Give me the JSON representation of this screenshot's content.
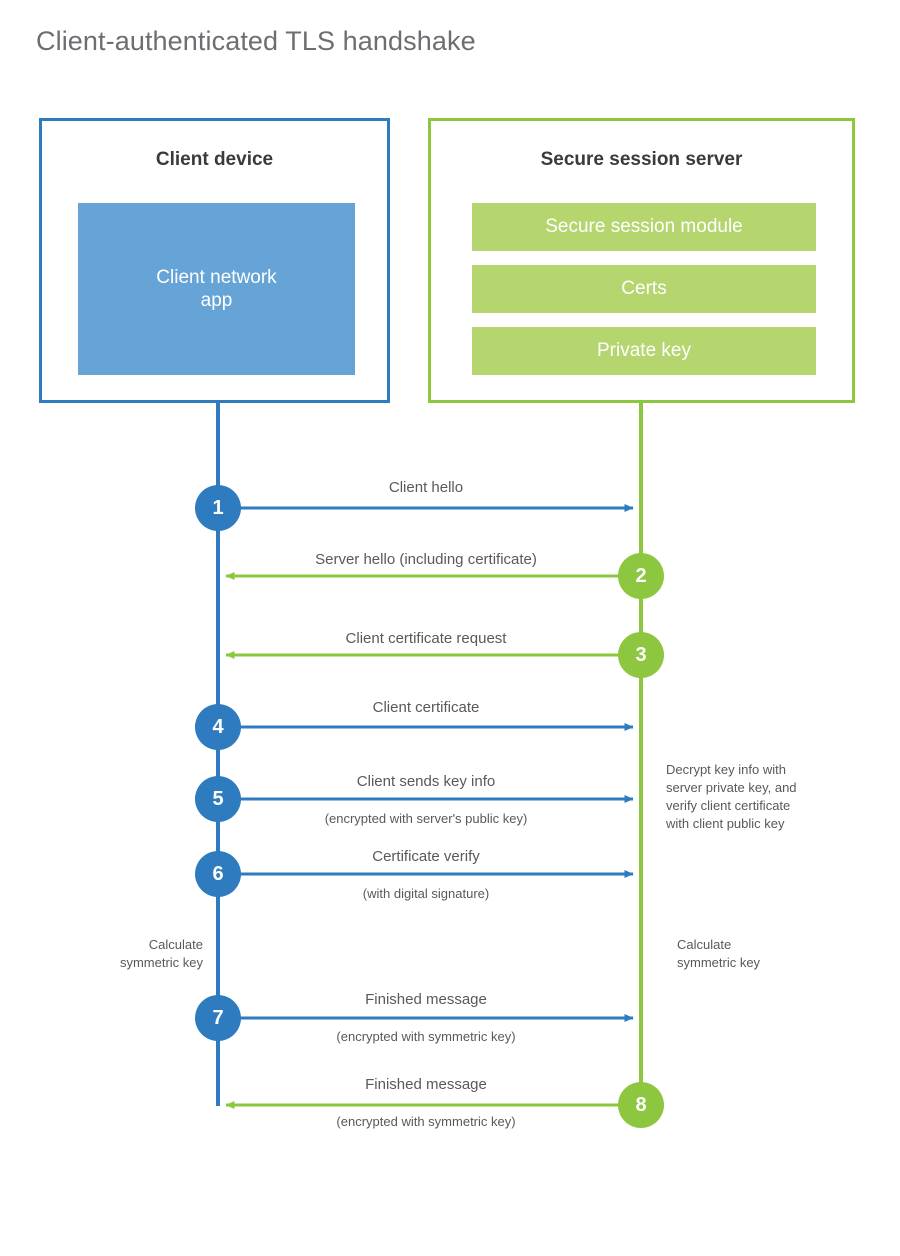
{
  "title": "Client-authenticated TLS handshake",
  "entities": {
    "client": {
      "name": "Client device",
      "app_label": "Client network\napp",
      "border_color": "#2e7cbf",
      "fill_color": "#66a3d7"
    },
    "server": {
      "name": "Secure session server",
      "border_color": "#8dc63f",
      "fill_color": "#b5d66f",
      "modules": [
        "Secure session module",
        "Certs",
        "Private key"
      ]
    }
  },
  "colors": {
    "blue": "#2e7cbf",
    "green": "#8dc63f",
    "light_blue": "#66a3d7",
    "light_green": "#b5d66f",
    "text": "#58595b",
    "title": "#6d6e71"
  },
  "steps": [
    {
      "number": "1",
      "label": "Client hello",
      "sublabel": "",
      "direction": "client-to-server",
      "color": "blue"
    },
    {
      "number": "2",
      "label": "Server hello (including certificate)",
      "sublabel": "",
      "direction": "server-to-client",
      "color": "green"
    },
    {
      "number": "3",
      "label": "Client certificate request",
      "sublabel": "",
      "direction": "server-to-client",
      "color": "green"
    },
    {
      "number": "4",
      "label": "Client certificate",
      "sublabel": "",
      "direction": "client-to-server",
      "color": "blue"
    },
    {
      "number": "5",
      "label": "Client sends key info",
      "sublabel": "(encrypted with server's public key)",
      "direction": "client-to-server",
      "color": "blue"
    },
    {
      "number": "6",
      "label": "Certificate verify",
      "sublabel": "(with digital signature)",
      "direction": "client-to-server",
      "color": "blue"
    },
    {
      "number": "7",
      "label": "Finished message",
      "sublabel": "(encrypted with symmetric key)",
      "direction": "client-to-server",
      "color": "blue"
    },
    {
      "number": "8",
      "label": "Finished message",
      "sublabel": "(encrypted with symmetric key)",
      "direction": "server-to-client",
      "color": "green"
    }
  ],
  "annotations": {
    "server_decrypt": "Decrypt key info with\nserver private key, and\nverify client certificate\nwith client public key",
    "client_calculate": "Calculate\nsymmetric key",
    "server_calculate": "Calculate\nsymmetric key"
  }
}
